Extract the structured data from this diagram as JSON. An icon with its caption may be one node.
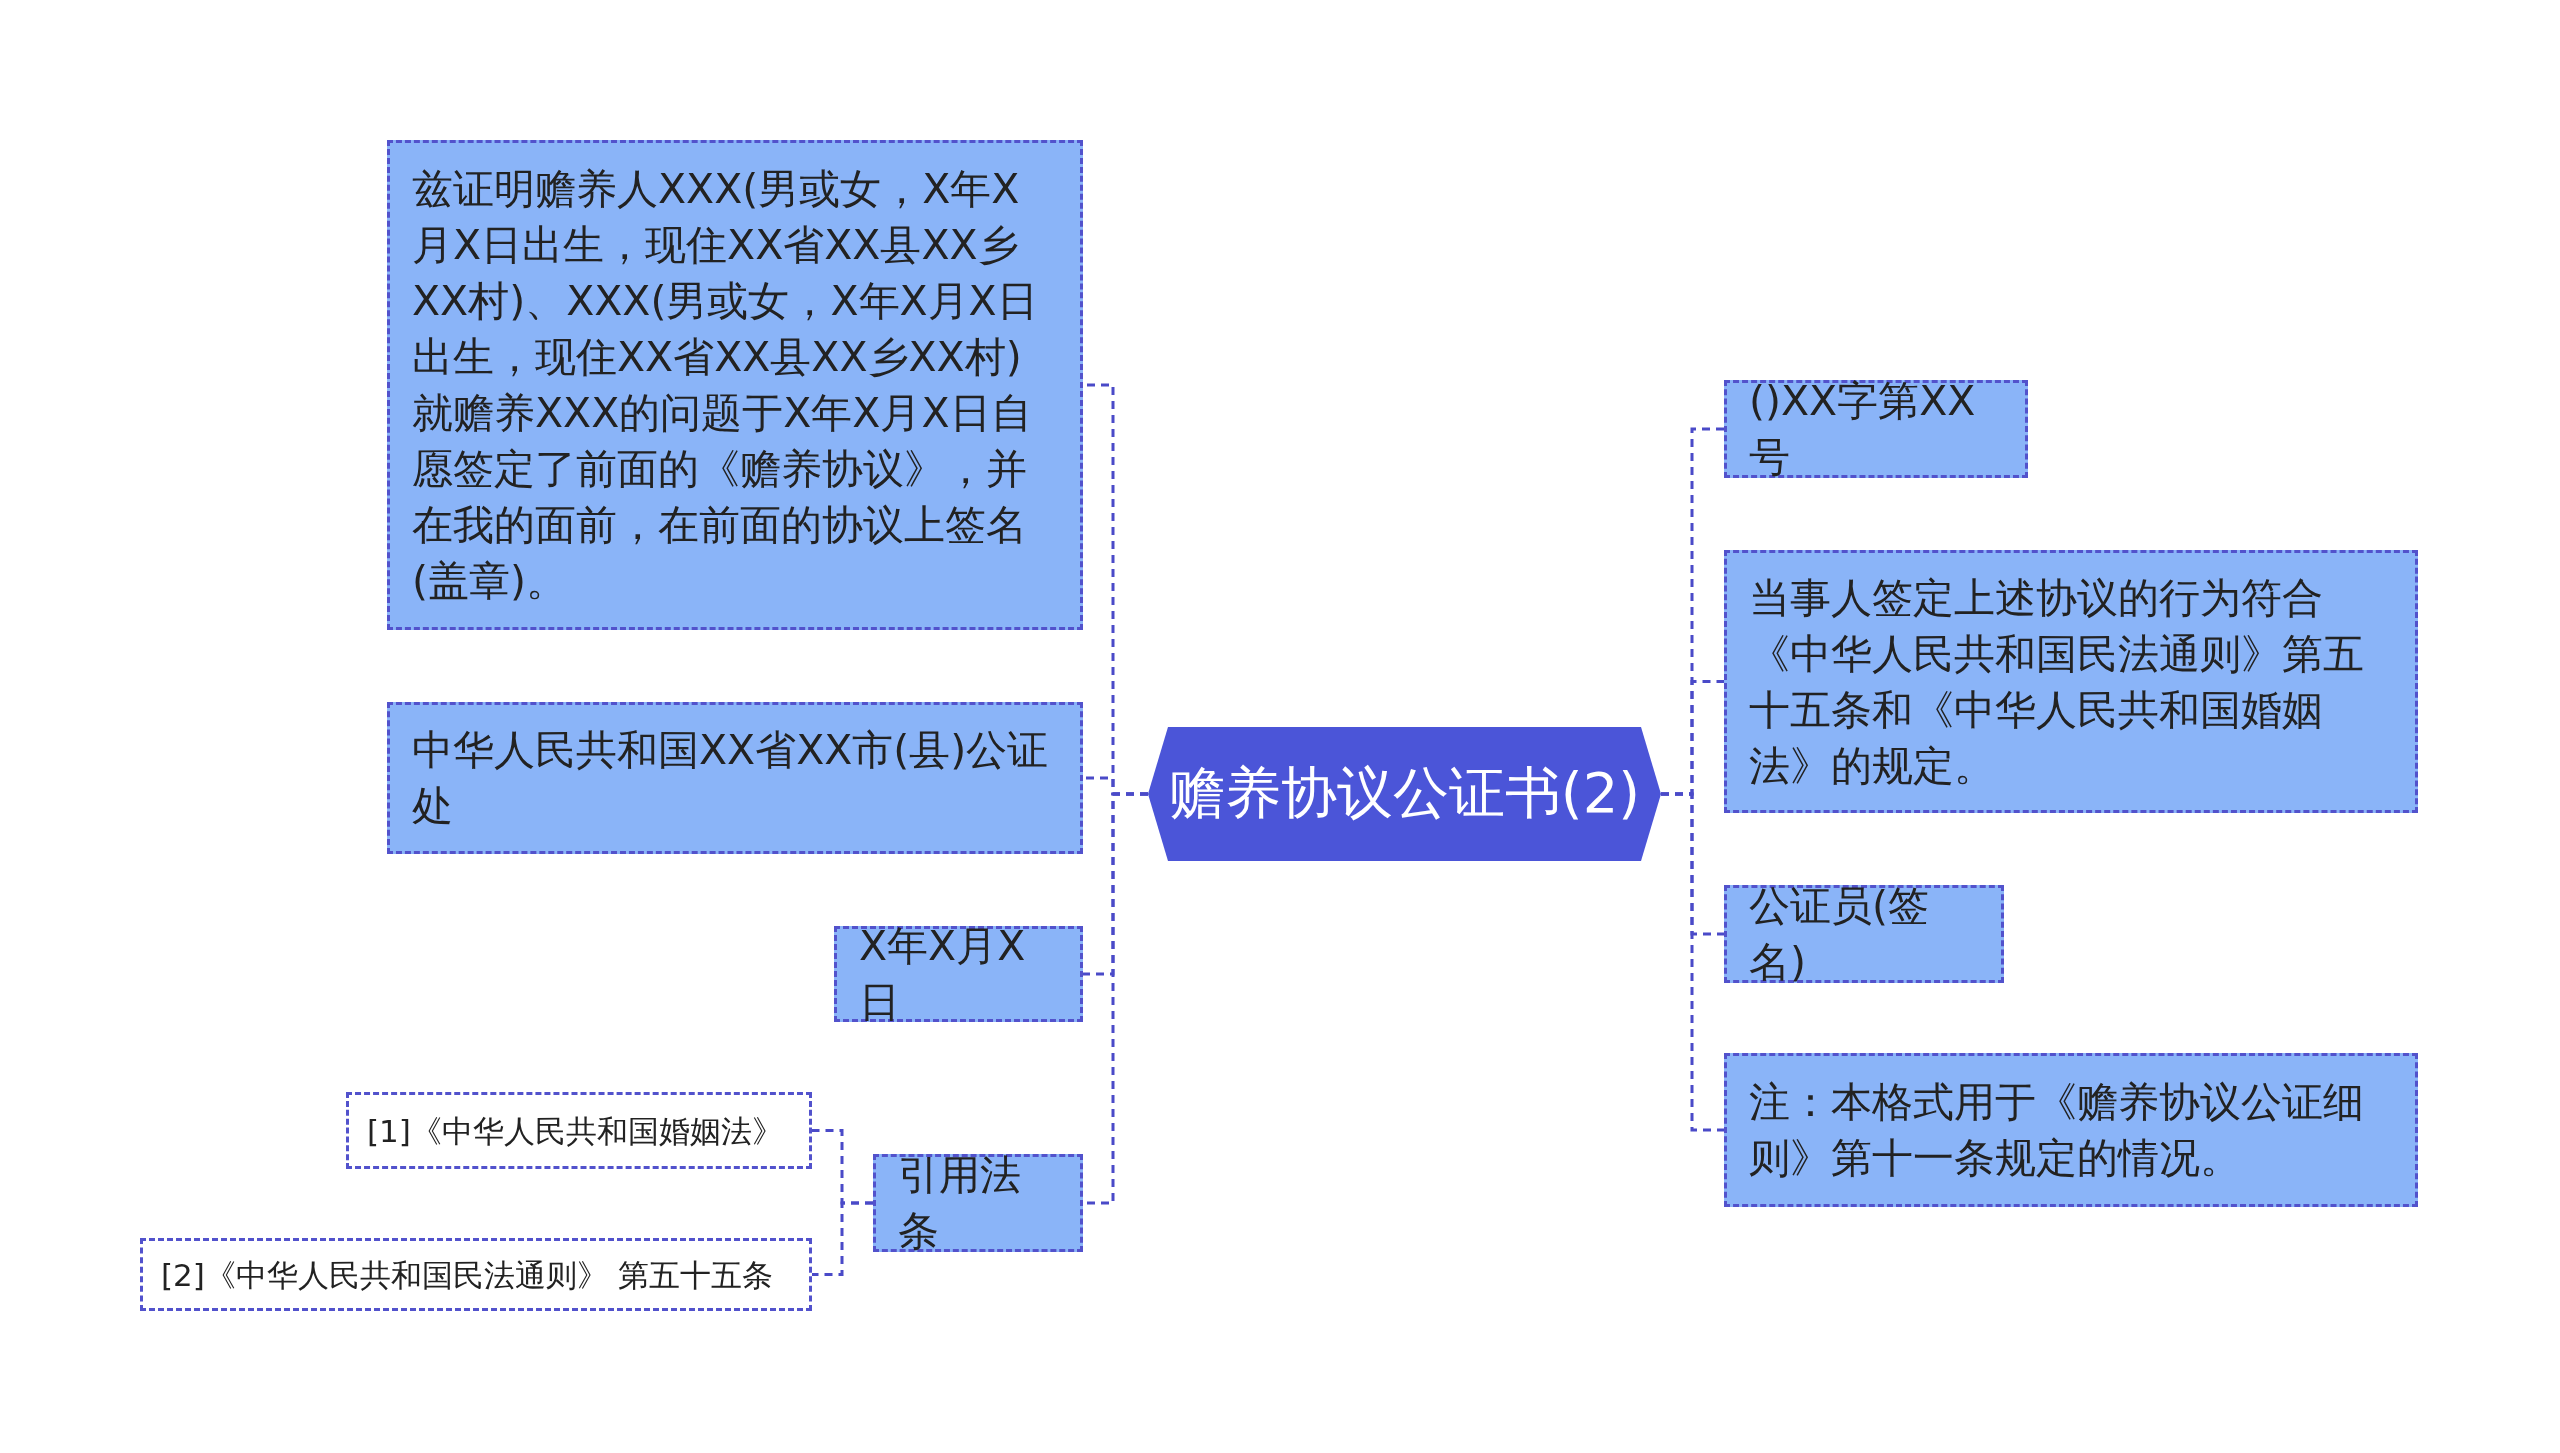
{
  "diagram": {
    "nodes": [
      {
        "text": [
          "赡养协议公证书(2)"
        ]
      },
      {
        "text": [
          "兹证明赡养人XXX(男或女，X年X月X日出生，现住XX省XX县XX乡XX村)、XXX(男或女，X年X月X日出生，现住XX省XX县XX乡XX村)就赡养XXX的问题于X年X月X日自愿签定了前面的《赡养协议》，并在我的面前，在前面的协议上签名(盖章)。"
        ]
      },
      {
        "text": [
          "中华人民共和国XX省XX市(县)公证处"
        ]
      },
      {
        "text": [
          "X年X月X日"
        ]
      },
      {
        "text": [
          "引用法条"
        ]
      },
      {
        "text": [
          "[1]《中华人民共和国婚姻法》"
        ]
      },
      {
        "text": [
          "[2]《中华人民共和国民法通则》 第五十五条"
        ]
      },
      {
        "text": [
          "()XX字第XX号"
        ]
      },
      {
        "text": [
          "当事人签定上述协议的行为符合《中华人民共和国民法通则》第五十五条和《中华人民共和国婚姻法》的规定。"
        ]
      },
      {
        "text": [
          "公证员(签名)"
        ]
      },
      {
        "text": [
          "注：本格式用于《赡养协议公证细则》第十一条规定的情况。"
        ]
      }
    ],
    "edges": [
      {
        "from": 0,
        "to": 1,
        "arrow": "none"
      },
      {
        "from": 0,
        "to": 2,
        "arrow": "none"
      },
      {
        "from": 0,
        "to": 3,
        "arrow": "none"
      },
      {
        "from": 0,
        "to": 4,
        "arrow": "none"
      },
      {
        "from": 4,
        "to": 5,
        "arrow": "none"
      },
      {
        "from": 4,
        "to": 6,
        "arrow": "none"
      },
      {
        "from": 0,
        "to": 7,
        "arrow": "none"
      },
      {
        "from": 0,
        "to": 8,
        "arrow": "none"
      },
      {
        "from": 0,
        "to": 9,
        "arrow": "none"
      },
      {
        "from": 0,
        "to": 10,
        "arrow": "none"
      }
    ]
  }
}
